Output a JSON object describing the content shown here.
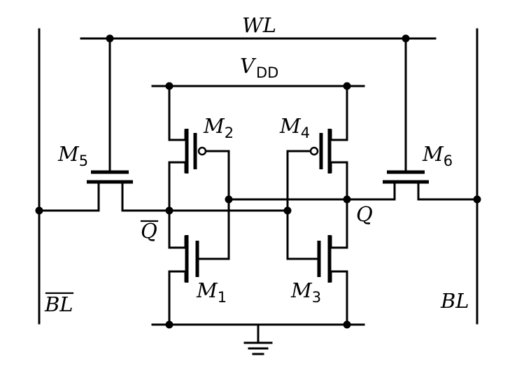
{
  "labels": {
    "wordline": "WL",
    "supply_main": "V",
    "supply_sub": "DD",
    "bitline": "BL",
    "bitline_bar": "BL",
    "node_q": "Q",
    "node_q_bar": "Q"
  },
  "transistors": [
    {
      "id": "M1",
      "name": "M",
      "sub": "1",
      "type": "nmos"
    },
    {
      "id": "M2",
      "name": "M",
      "sub": "2",
      "type": "pmos"
    },
    {
      "id": "M3",
      "name": "M",
      "sub": "3",
      "type": "nmos"
    },
    {
      "id": "M4",
      "name": "M",
      "sub": "4",
      "type": "pmos"
    },
    {
      "id": "M5",
      "name": "M",
      "sub": "5",
      "type": "nmos-access"
    },
    {
      "id": "M6",
      "name": "M",
      "sub": "6",
      "type": "nmos-access"
    }
  ],
  "colors": {
    "stroke": "#000000",
    "background": "#ffffff"
  }
}
